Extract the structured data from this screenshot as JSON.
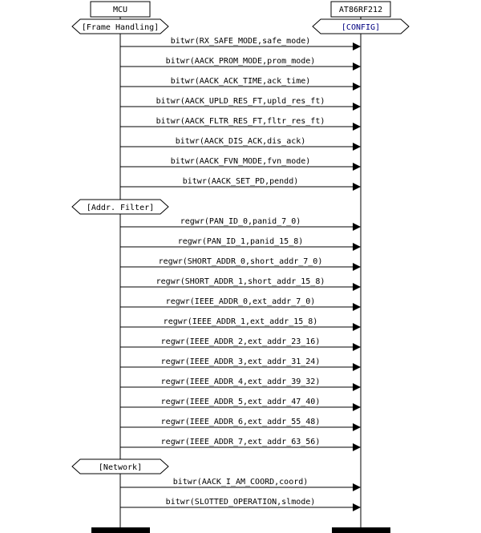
{
  "entities": [
    {
      "id": "mcu",
      "label": "MCU"
    },
    {
      "id": "radio",
      "label": "AT86RF212"
    }
  ],
  "states": [
    {
      "entity": "mcu",
      "label": "[Frame Handling]",
      "color": "#000000"
    },
    {
      "entity": "radio",
      "label": "[CONFIG]",
      "color": "#000080"
    }
  ],
  "sections": [
    {
      "label": null,
      "messages": [
        "bitwr(RX_SAFE_MODE,safe_mode)",
        "bitwr(AACK_PROM_MODE,prom_mode)",
        "bitwr(AACK_ACK_TIME,ack_time)",
        "bitwr(AACK_UPLD_RES_FT,upld_res_ft)",
        "bitwr(AACK_FLTR_RES_FT,fltr_res_ft)",
        "bitwr(AACK_DIS_ACK,dis_ack)",
        "bitwr(AACK_FVN_MODE,fvn_mode)",
        "bitwr(AACK_SET_PD,pendd)"
      ]
    },
    {
      "label": "[Addr. Filter]",
      "messages": [
        "regwr(PAN_ID_0,panid_7_0)",
        "regwr(PAN_ID_1,panid_15_8)",
        "regwr(SHORT_ADDR_0,short_addr_7_0)",
        "regwr(SHORT_ADDR_1,short_addr_15_8)",
        "regwr(IEEE_ADDR_0,ext_addr_7_0)",
        "regwr(IEEE_ADDR_1,ext_addr_15_8)",
        "regwr(IEEE_ADDR_2,ext_addr_23_16)",
        "regwr(IEEE_ADDR_3,ext_addr_31_24)",
        "regwr(IEEE_ADDR_4,ext_addr_39_32)",
        "regwr(IEEE_ADDR_5,ext_addr_47_40)",
        "regwr(IEEE_ADDR_6,ext_addr_55_48)",
        "regwr(IEEE_ADDR_7,ext_addr_63_56)"
      ]
    },
    {
      "label": "[Network]",
      "messages": [
        "bitwr(AACK_I_AM_COORD,coord)",
        "bitwr(SLOTTED_OPERATION,slmode)"
      ]
    }
  ]
}
